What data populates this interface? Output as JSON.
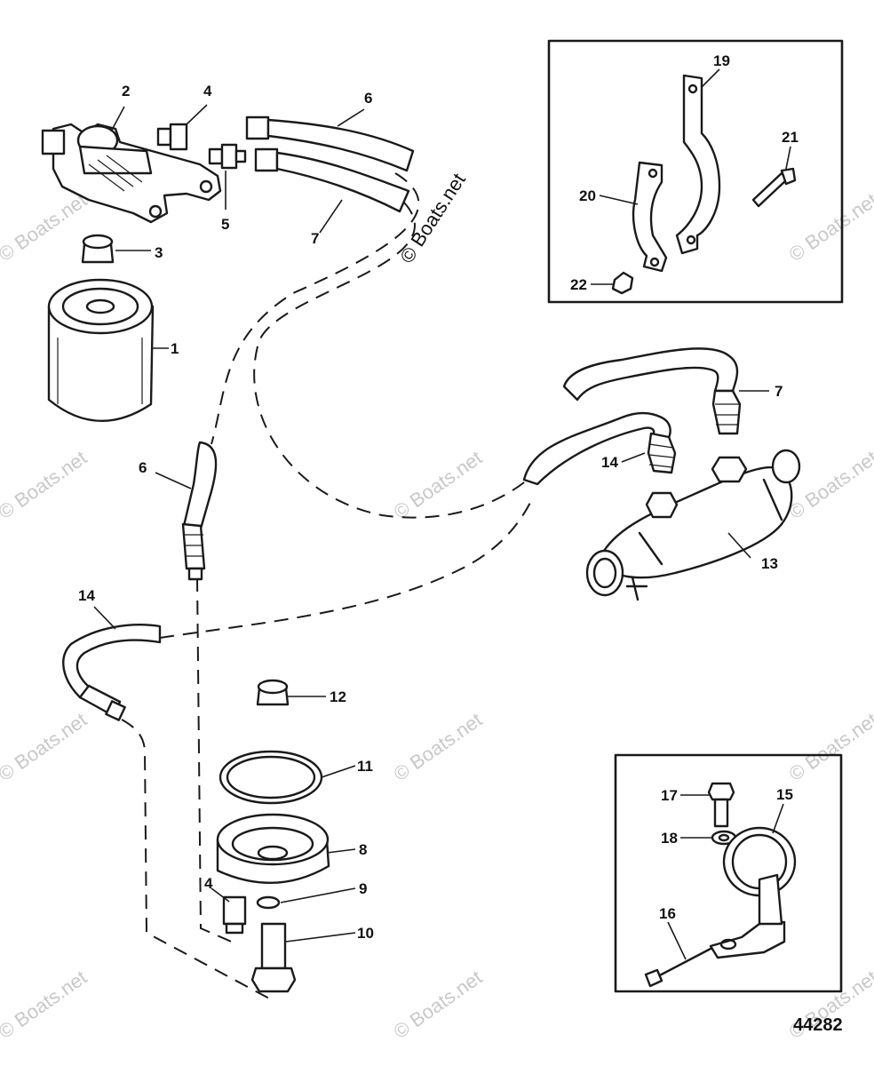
{
  "diagram": {
    "figure_number": "44282",
    "watermark": "© Boats.net",
    "callouts": [
      {
        "id": "c1",
        "text": "1"
      },
      {
        "id": "c2",
        "text": "2"
      },
      {
        "id": "c3",
        "text": "3"
      },
      {
        "id": "c4a",
        "text": "4"
      },
      {
        "id": "c4b",
        "text": "4"
      },
      {
        "id": "c5",
        "text": "5"
      },
      {
        "id": "c6a",
        "text": "6"
      },
      {
        "id": "c6b",
        "text": "6"
      },
      {
        "id": "c7a",
        "text": "7"
      },
      {
        "id": "c7b",
        "text": "7"
      },
      {
        "id": "c8",
        "text": "8"
      },
      {
        "id": "c9",
        "text": "9"
      },
      {
        "id": "c10",
        "text": "10"
      },
      {
        "id": "c11",
        "text": "11"
      },
      {
        "id": "c12",
        "text": "12"
      },
      {
        "id": "c13",
        "text": "13"
      },
      {
        "id": "c14a",
        "text": "14"
      },
      {
        "id": "c14b",
        "text": "14"
      },
      {
        "id": "c15",
        "text": "15"
      },
      {
        "id": "c16",
        "text": "16"
      },
      {
        "id": "c17",
        "text": "17"
      },
      {
        "id": "c18",
        "text": "18"
      },
      {
        "id": "c19",
        "text": "19"
      },
      {
        "id": "c20",
        "text": "20"
      },
      {
        "id": "c21",
        "text": "21"
      },
      {
        "id": "c22",
        "text": "22"
      }
    ]
  }
}
